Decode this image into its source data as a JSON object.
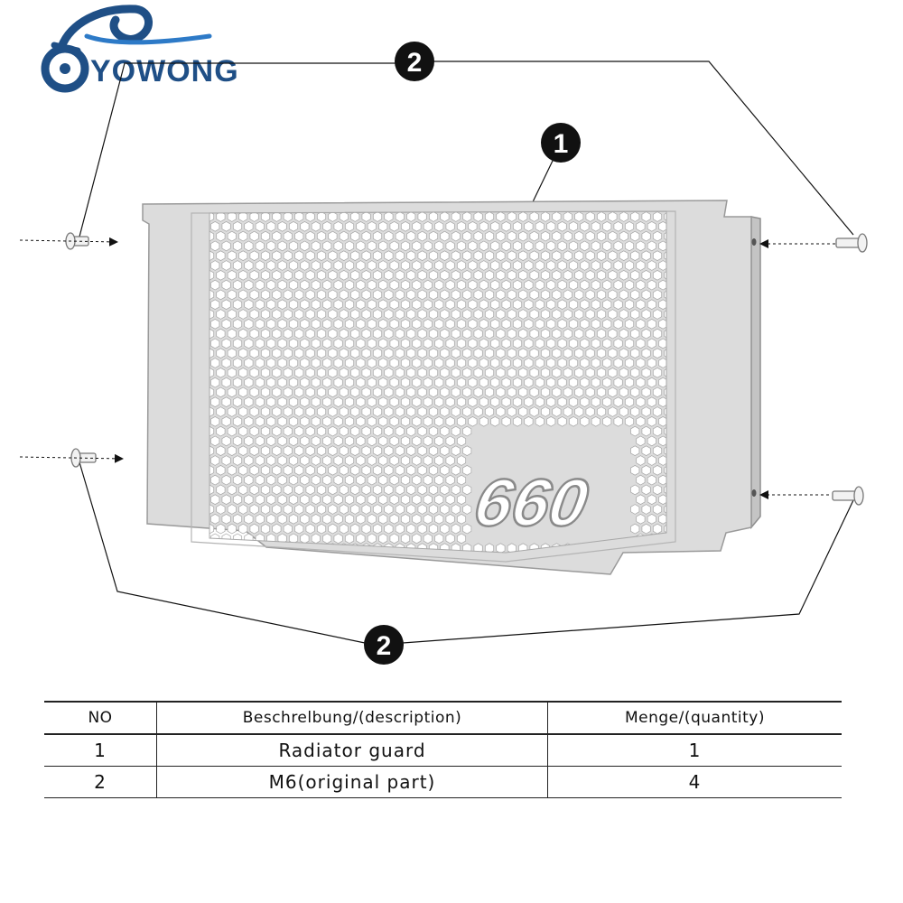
{
  "logo": {
    "text": "YOWONG",
    "colors": {
      "primary": "#1f4f86",
      "accent": "#2d7ac7"
    }
  },
  "diagram": {
    "badge_text": "660",
    "callouts": [
      {
        "id": "callout-1",
        "number": "1"
      },
      {
        "id": "callout-2-top",
        "number": "2"
      },
      {
        "id": "callout-2-bottom",
        "number": "2"
      }
    ],
    "colors": {
      "plate": "#dcdcdc",
      "plate_edge": "#9a9a9a",
      "hole": "#ffffff",
      "callout": "#111111"
    }
  },
  "table": {
    "headers": [
      "NO",
      "Beschrelbung/(description)",
      "Menge/(quantity)"
    ],
    "rows": [
      {
        "no": "1",
        "description": "Radiator guard",
        "quantity": "1"
      },
      {
        "no": "2",
        "description": "M6(original part)",
        "quantity": "4"
      }
    ]
  }
}
